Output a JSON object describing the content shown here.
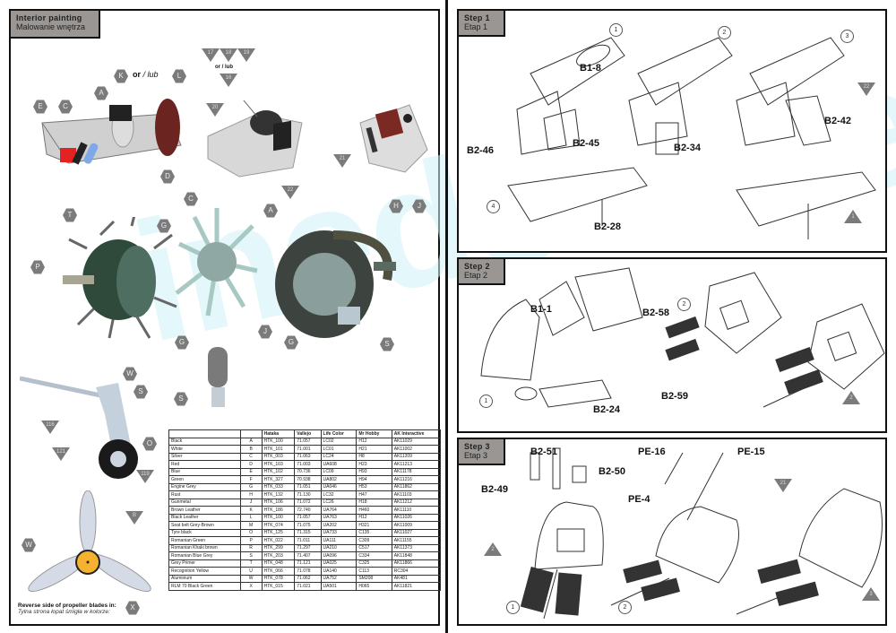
{
  "left_panel": {
    "title": "Interior  painting",
    "subtitle": "Malowanie wnętrza",
    "or_text": "or",
    "lub_text": "/ lub",
    "or_small": "or / lub",
    "callouts_hex": [
      "K",
      "L",
      "A",
      "E",
      "C",
      "D",
      "C",
      "G",
      "A",
      "H",
      "J",
      "T",
      "P",
      "J",
      "G",
      "S",
      "G",
      "S",
      "W",
      "S",
      "O",
      "W",
      "X"
    ],
    "callouts_tri": [
      "17",
      "18",
      "19",
      "16",
      "20",
      "21",
      "22",
      "116",
      "121",
      "119",
      "B"
    ],
    "reverse_note_en": "Reverse side of propeller blades in:",
    "reverse_note_pl": "Tylna strona łopat śmigła w kolorze:",
    "reverse_color": "X"
  },
  "color_table": {
    "headers": [
      "",
      "",
      "Hataka",
      "Vallejo",
      "Life Color",
      "Mr Hobby",
      "AK Interactive"
    ],
    "rows": [
      [
        "Black",
        "A",
        "HTK_100",
        "71.057",
        "LC02",
        "H12",
        "AK11029"
      ],
      [
        "White",
        "B",
        "HTK_101",
        "71.001",
        "LC01",
        "H21",
        "AK11002"
      ],
      [
        "Silver",
        "C",
        "HTK_003",
        "71.063",
        "LC24",
        "H8",
        "AK11209"
      ],
      [
        "Red",
        "D",
        "HTK_103",
        "71.003",
        "UA608",
        "H23",
        "AK11213"
      ],
      [
        "Blue",
        "E",
        "HTK_102",
        "70.736",
        "LC09",
        "H93",
        "AK11178"
      ],
      [
        "Green",
        "F",
        "HTK_327",
        "70.938",
        "UA802",
        "H94",
        "AK11216"
      ],
      [
        "Engine Grey",
        "G",
        "HTK_033",
        "71.051",
        "UA046",
        "H53",
        "AK11862"
      ],
      [
        "Rust",
        "H",
        "HTK_132",
        "71.130",
        "LC32",
        "H47",
        "AK11103"
      ],
      [
        "Gunmetal",
        "J",
        "HTK_106",
        "71.072",
        "LC26",
        "H18",
        "AK11212"
      ],
      [
        "Brown Leather",
        "K",
        "HTK_186",
        "72.740",
        "UA764",
        "H460",
        "AK11110"
      ],
      [
        "Black Leather",
        "L",
        "HTK_100",
        "71.057",
        "UA763",
        "H12",
        "AK11026"
      ],
      [
        "Seat belt Grey-Brown",
        "M",
        "HTK_074",
        "71.075",
        "UA202",
        "H321",
        "AK11009"
      ],
      [
        "Tyre black",
        "O",
        "HTK_125",
        "71.315",
        "UA733",
        "C135",
        "AK11027"
      ],
      [
        "Romanian Green",
        "P",
        "HTK_022",
        "71.011",
        "UA111",
        "C309",
        "AK11155"
      ],
      [
        "Romanian Khaki brown",
        "R",
        "HTK_299",
        "71.297",
        "UA210",
        "C517",
        "AK11373"
      ],
      [
        "Romanian Blue Grey",
        "S",
        "HTK_203",
        "71.407",
        "UA096",
        "C334",
        "AK11848"
      ],
      [
        "Grey Primer",
        "T",
        "HTK_048",
        "71.121",
        "UA025",
        "C325",
        "AK11866"
      ],
      [
        "Recognition Yellow",
        "U",
        "HTK_066",
        "71.078",
        "UA140",
        "C113",
        "RC304"
      ],
      [
        "Aluminium",
        "W",
        "HTK_078",
        "71.062",
        "UA752",
        "SM208",
        "AK481"
      ],
      [
        "RLM 70 Black Green",
        "X",
        "HTK_015",
        "71.021",
        "UA501",
        "H065",
        "AK11821"
      ]
    ]
  },
  "steps": [
    {
      "title": "Step 1",
      "subtitle": "Etap 1",
      "sub_steps": [
        "1",
        "2",
        "3",
        "4"
      ],
      "parts": [
        "B1-8",
        "B2-46",
        "B2-45",
        "B2-34",
        "B2-42",
        "B2-28"
      ],
      "refs": [
        "22",
        "1"
      ]
    },
    {
      "title": "Step 2",
      "subtitle": "Etap 2",
      "sub_steps": [
        "1",
        "2"
      ],
      "parts": [
        "B1-1",
        "B2-24",
        "B2-58",
        "B2-59"
      ],
      "refs": [
        "2"
      ]
    },
    {
      "title": "Step 3",
      "subtitle": "Etap 3",
      "sub_steps": [
        "1",
        "2"
      ],
      "parts": [
        "B2-51",
        "B2-49",
        "B2-50",
        "PE-16",
        "PE-15",
        "PE-4"
      ],
      "refs": [
        "2",
        "21",
        "3"
      ]
    }
  ],
  "watermark": "inedels.net",
  "colors": {
    "callout_grey": "#7b7b7b",
    "header_grey": "#9a9693",
    "engine_green": "#2f4a3a",
    "spinner_yellow": "#f5b130",
    "seat_red": "#7a2a22",
    "watermark_cyan": "#cff4f8"
  }
}
